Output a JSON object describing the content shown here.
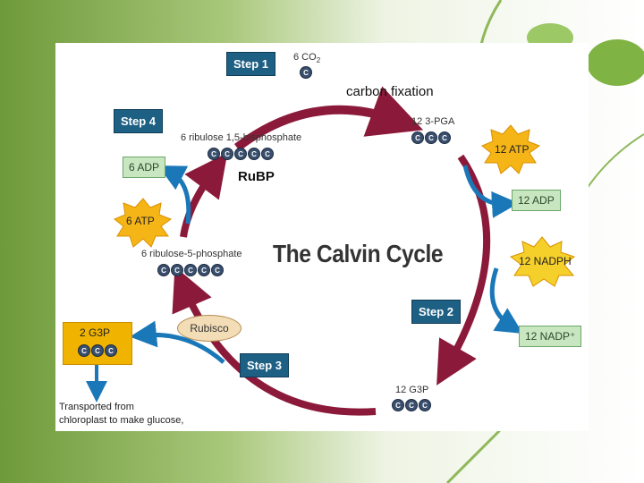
{
  "diagram": {
    "title": "The Calvin Cycle",
    "carbon_fixation": "carbon fixation",
    "rubp": "RuBP",
    "steps": [
      "Step 1",
      "Step 2",
      "Step 3",
      "Step 4"
    ],
    "molecules": {
      "co2": "6 CO",
      "co2_sub": "2",
      "pga": "12 3-PGA",
      "g3p12": "12 G3P",
      "ru15bp": "6 ribulose 1,5-bisphosphate",
      "ru5p": "6 ribulose-5-phosphate",
      "g3p2": "2 G3P"
    },
    "energy": {
      "atp12": "12 ATP",
      "adp12": "12 ADP",
      "nadph12": "12 NADPH",
      "nadp12": "12 NADP⁺",
      "atp6": "6 ATP",
      "adp6": "6 ADP"
    },
    "rubisco": "Rubisco",
    "transport_line1": "Transported from",
    "transport_line2": "chloroplast to make glucose,",
    "carbon_letter": "C"
  },
  "colors": {
    "cycle_arrow": "#8b1a3a",
    "side_arrow": "#1b78b8",
    "step_box": "#1e5f84",
    "starburst": "#f6b517",
    "green_box": "#c8e6c0",
    "g3p_box": "#f0b400",
    "carbon": "#3a4f6d"
  }
}
